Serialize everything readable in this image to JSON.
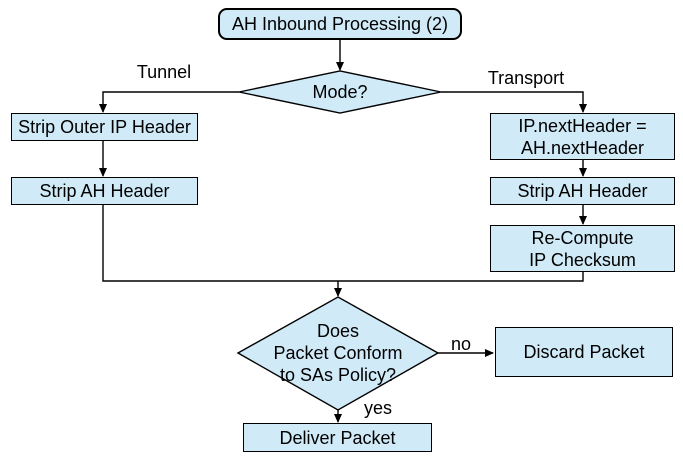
{
  "diagram_title": "AH Inbound Processing (2)",
  "colors": {
    "background": "#ffffff",
    "node_fill": "#d0eaf8",
    "node_stroke": "#000000",
    "connector": "#000000",
    "text": "#000000"
  },
  "nodes": {
    "start": {
      "label": "AH Inbound Processing (2)",
      "type": "terminator"
    },
    "mode_decision": {
      "label": "Mode?",
      "type": "decision"
    },
    "strip_outer_ip": {
      "label": "Strip Outer IP Header",
      "type": "process"
    },
    "strip_ah_tunnel": {
      "label": "Strip AH Header",
      "type": "process"
    },
    "set_next_header": {
      "label": "IP.nextHeader =\nAH.nextHeader",
      "type": "process"
    },
    "strip_ah_transport": {
      "label": "Strip AH Header",
      "type": "process"
    },
    "recompute_checksum": {
      "label": "Re-Compute\nIP Checksum",
      "type": "process"
    },
    "policy_decision": {
      "label": "Does\nPacket Conform\nto SAs Policy?",
      "type": "decision"
    },
    "discard_packet": {
      "label": "Discard Packet",
      "type": "process"
    },
    "deliver_packet": {
      "label": "Deliver Packet",
      "type": "process"
    }
  },
  "edge_labels": {
    "tunnel": "Tunnel",
    "transport": "Transport",
    "no": "no",
    "yes": "yes"
  }
}
